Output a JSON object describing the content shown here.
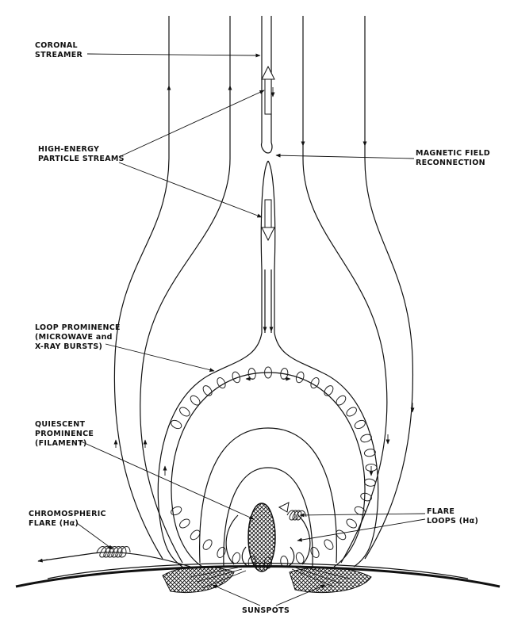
{
  "labels": {
    "coronal_streamer": [
      "CORONAL",
      "STREAMER"
    ],
    "particle_streams": [
      "HIGH-ENERGY",
      "PARTICLE STREAMS"
    ],
    "reconnection": [
      "MAGNETIC FIELD",
      "RECONNECTION"
    ],
    "loop_prominence": [
      "LOOP PROMINENCE",
      "(MICROWAVE and",
      "X-RAY BURSTS)"
    ],
    "quiescent_prominence": [
      "QUIESCENT",
      "PROMINENCE",
      "(FILAMENT)"
    ],
    "chromospheric_flare": [
      "CHROMOSPHERIC",
      "FLARE (Hα)"
    ],
    "flare_loops": [
      "FLARE",
      "LOOPS (Hα)"
    ],
    "sunspots": [
      "SUNSPOTS"
    ]
  }
}
